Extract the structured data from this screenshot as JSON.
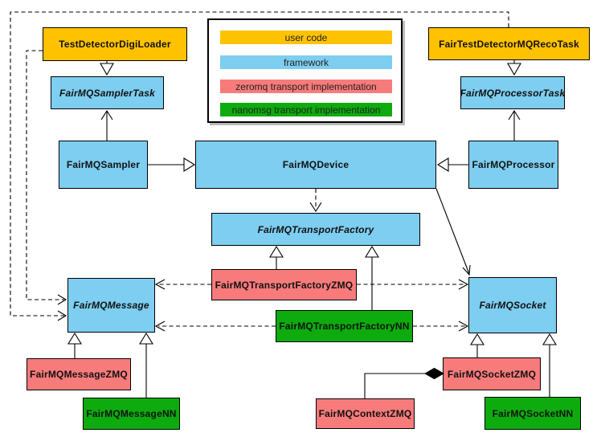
{
  "colors": {
    "user_code": "#FFC200",
    "framework": "#7DCEF0",
    "zeromq": "#F87B7B",
    "nanomsg": "#0DAB0D"
  },
  "legend": {
    "items": [
      {
        "label": "user code",
        "color_key": "user_code"
      },
      {
        "label": "framework",
        "color_key": "framework"
      },
      {
        "label": "zeromq transport implementation",
        "color_key": "zeromq"
      },
      {
        "label": "nanomsg transport implementation",
        "color_key": "nanomsg"
      }
    ]
  },
  "nodes": {
    "test_detector_digi_loader": {
      "label": "TestDetectorDigiLoader",
      "category": "user_code",
      "abstract": false
    },
    "fair_test_detector_mq_reco_task": {
      "label": "FairTestDetectorMQRecoTask",
      "category": "user_code",
      "abstract": false
    },
    "fairmq_sampler_task": {
      "label": "FairMQSamplerTask",
      "category": "framework",
      "abstract": true
    },
    "fairmq_processor_task": {
      "label": "FairMQProcessorTask",
      "category": "framework",
      "abstract": true
    },
    "fairmq_sampler": {
      "label": "FairMQSampler",
      "category": "framework",
      "abstract": false
    },
    "fairmq_device": {
      "label": "FairMQDevice",
      "category": "framework",
      "abstract": false
    },
    "fairmq_processor": {
      "label": "FairMQProcessor",
      "category": "framework",
      "abstract": false
    },
    "fairmq_transport_factory": {
      "label": "FairMQTransportFactory",
      "category": "framework",
      "abstract": true
    },
    "fairmq_transport_factory_zmq": {
      "label": "FairMQTransportFactoryZMQ",
      "category": "zeromq",
      "abstract": false
    },
    "fairmq_transport_factory_nn": {
      "label": "FairMQTransportFactoryNN",
      "category": "nanomsg",
      "abstract": false
    },
    "fairmq_message": {
      "label": "FairMQMessage",
      "category": "framework",
      "abstract": true
    },
    "fairmq_socket": {
      "label": "FairMQSocket",
      "category": "framework",
      "abstract": true
    },
    "fairmq_message_zmq": {
      "label": "FairMQMessageZMQ",
      "category": "zeromq",
      "abstract": false
    },
    "fairmq_message_nn": {
      "label": "FairMQMessageNN",
      "category": "nanomsg",
      "abstract": false
    },
    "fairmq_socket_zmq": {
      "label": "FairMQSocketZMQ",
      "category": "zeromq",
      "abstract": false
    },
    "fairmq_socket_nn": {
      "label": "FairMQSocketNN",
      "category": "nanomsg",
      "abstract": false
    },
    "fairmq_context_zmq": {
      "label": "FairMQContextZMQ",
      "category": "zeromq",
      "abstract": false
    }
  },
  "edges": [
    {
      "from": "TestDetectorDigiLoader",
      "to": "FairMQSamplerTask",
      "type": "generalization-hollow-triangle"
    },
    {
      "from": "FairTestDetectorMQRecoTask",
      "to": "FairMQProcessorTask",
      "type": "generalization-hollow-triangle"
    },
    {
      "from": "FairMQSampler",
      "to": "FairMQSamplerTask",
      "type": "solid-open-arrow"
    },
    {
      "from": "FairMQProcessor",
      "to": "FairMQProcessorTask",
      "type": "solid-open-arrow"
    },
    {
      "from": "FairMQSampler",
      "to": "FairMQDevice",
      "type": "generalization-hollow-triangle"
    },
    {
      "from": "FairMQProcessor",
      "to": "FairMQDevice",
      "type": "generalization-hollow-triangle"
    },
    {
      "from": "FairMQDevice",
      "to": "FairMQTransportFactory",
      "type": "dashed-open-arrow"
    },
    {
      "from": "FairMQDevice",
      "to": "FairMQSocket",
      "type": "solid-open-arrow"
    },
    {
      "from": "FairMQTransportFactoryZMQ",
      "to": "FairMQTransportFactory",
      "type": "generalization-hollow-triangle"
    },
    {
      "from": "FairMQTransportFactoryNN",
      "to": "FairMQTransportFactory",
      "type": "generalization-hollow-triangle"
    },
    {
      "from": "FairMQMessageZMQ",
      "to": "FairMQMessage",
      "type": "generalization-hollow-triangle"
    },
    {
      "from": "FairMQMessageNN",
      "to": "FairMQMessage",
      "type": "generalization-hollow-triangle"
    },
    {
      "from": "FairMQSocketZMQ",
      "to": "FairMQSocket",
      "type": "generalization-hollow-triangle"
    },
    {
      "from": "FairMQSocketNN",
      "to": "FairMQSocket",
      "type": "generalization-hollow-triangle"
    },
    {
      "from": "TestDetectorDigiLoader",
      "to": "FairMQMessage",
      "type": "dashed-open-arrow"
    },
    {
      "from": "FairTestDetectorMQRecoTask",
      "to": "FairMQMessage",
      "type": "dashed-open-arrow"
    },
    {
      "from": "FairMQTransportFactoryZMQ",
      "to": "FairMQMessage",
      "type": "dashed-open-arrow"
    },
    {
      "from": "FairMQTransportFactoryNN",
      "to": "FairMQMessage",
      "type": "dashed-open-arrow"
    },
    {
      "from": "FairMQTransportFactoryZMQ",
      "to": "FairMQSocket",
      "type": "dashed-open-arrow"
    },
    {
      "from": "FairMQTransportFactoryNN",
      "to": "FairMQSocket",
      "type": "dashed-open-arrow"
    },
    {
      "from": "FairMQContextZMQ",
      "to": "FairMQSocketZMQ",
      "type": "composition-filled-diamond"
    }
  ]
}
